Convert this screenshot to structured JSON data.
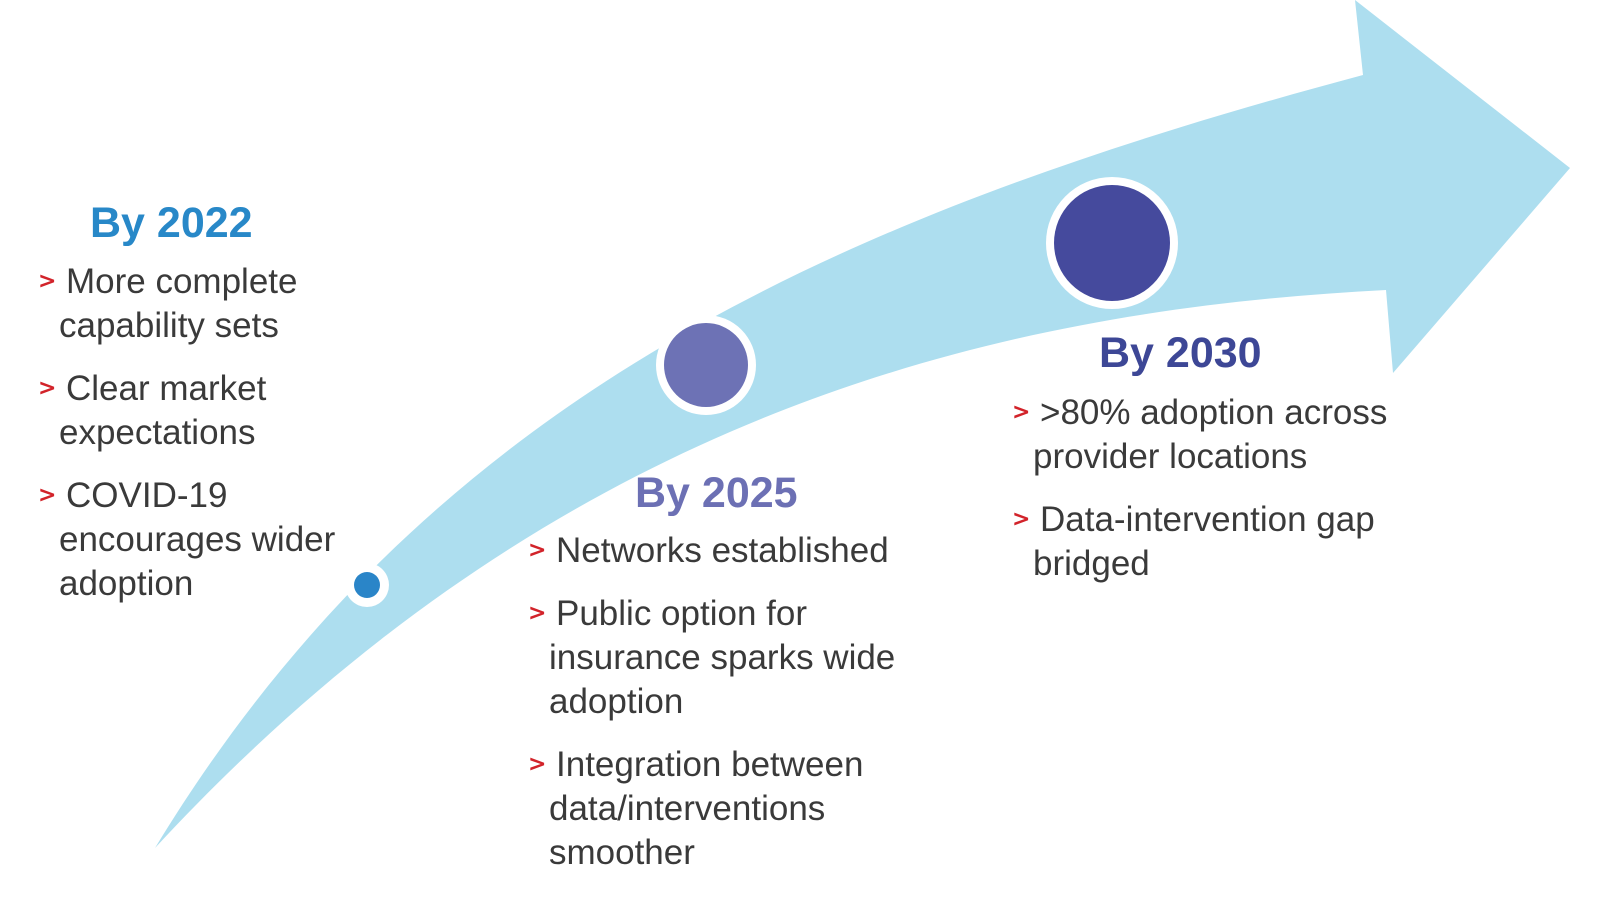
{
  "colors": {
    "arrow": "#addeef",
    "bullet_marker": "#d2232a",
    "body_text": "#3a3a3a",
    "title_2022": "#2888c8",
    "title_2025": "#6c70b4",
    "title_2030": "#3d4796",
    "dot_2022": "#2a85c8",
    "dot_2025": "#6d72b5",
    "dot_2030": "#454a9d",
    "dot_ring": "#ffffff"
  },
  "marker_glyph": ">",
  "milestones": [
    {
      "title": "By 2022",
      "items": [
        "More complete capability sets",
        "Clear market expectations",
        "COVID-19 encourages wider adoption"
      ]
    },
    {
      "title": "By 2025",
      "items": [
        "Networks established",
        "Public option for insurance sparks wide adoption",
        "Integration between data/interventions smoother"
      ]
    },
    {
      "title": "By 2030",
      "items": [
        ">80% adoption across provider locations",
        "Data-intervention gap bridged"
      ]
    }
  ]
}
